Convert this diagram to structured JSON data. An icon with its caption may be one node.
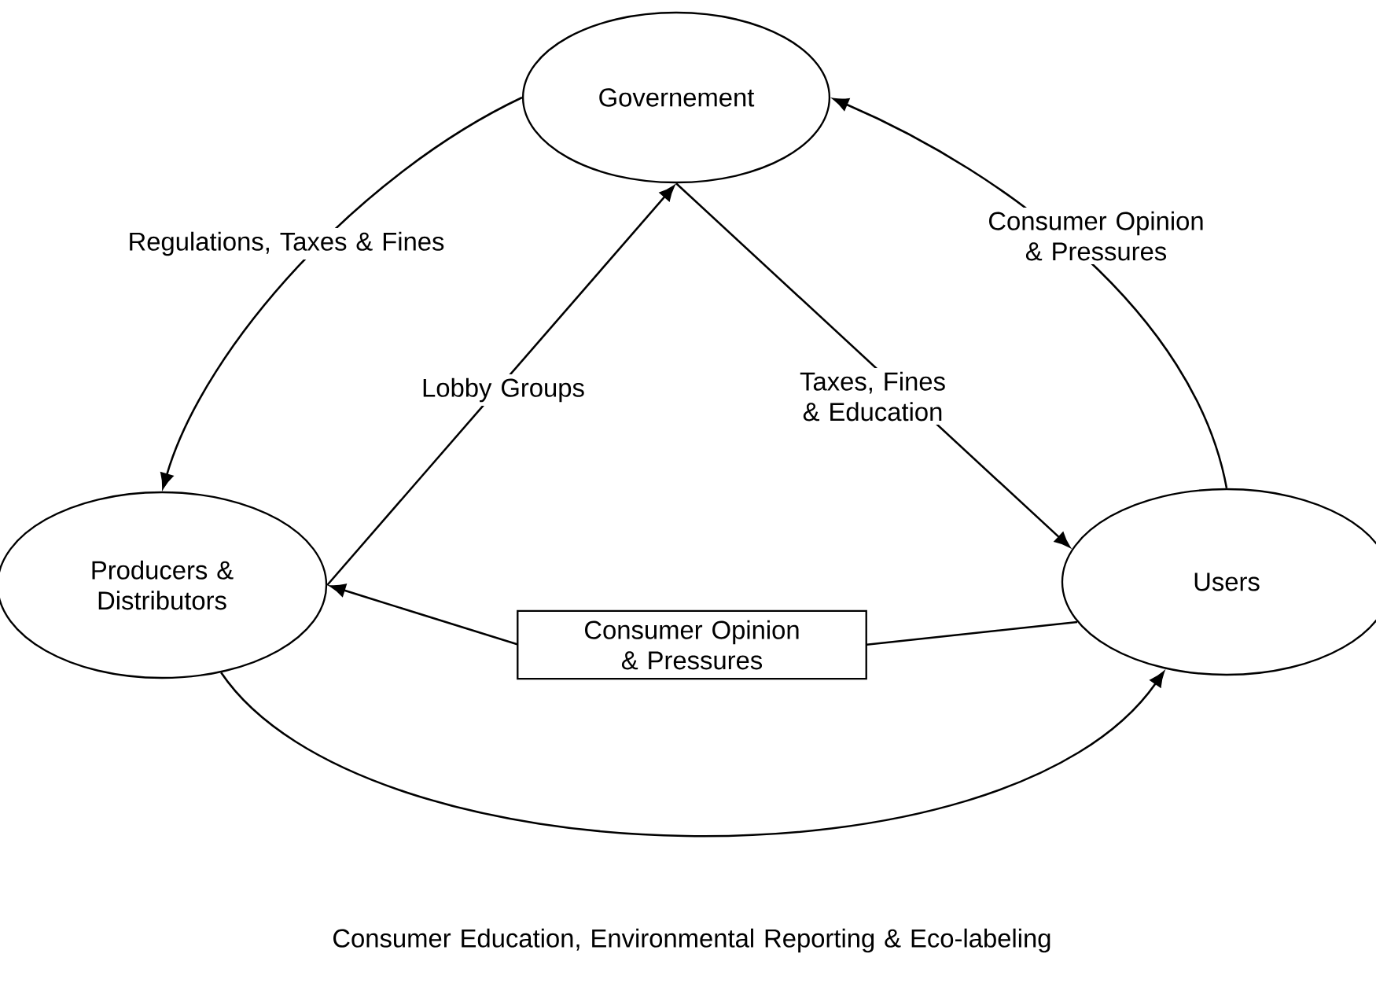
{
  "diagram": {
    "nodes": [
      {
        "text": [
          "Governement"
        ]
      },
      {
        "text": [
          "Producers & Distributors"
        ]
      },
      {
        "text": [
          "Users"
        ]
      }
    ],
    "edges": [
      {
        "from": 0,
        "to": 1,
        "arrow": "to",
        "label": "Regulations, Taxes & Fines"
      },
      {
        "from": 1,
        "to": 0,
        "arrow": "to",
        "label": "Lobby Groups"
      },
      {
        "from": 0,
        "to": 2,
        "arrow": "to",
        "label": "Taxes, Fines & Education"
      },
      {
        "from": 2,
        "to": 0,
        "arrow": "to",
        "label": "Consumer Opinion & Pressures"
      },
      {
        "from": 2,
        "to": 1,
        "arrow": "to",
        "label": "Consumer Opinion & Pressures"
      },
      {
        "from": 1,
        "to": 2,
        "arrow": "to",
        "label": "Consumer Education, Environmental Reporting & Eco-labeling"
      }
    ]
  }
}
